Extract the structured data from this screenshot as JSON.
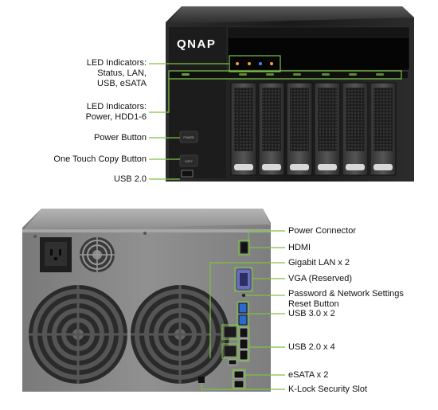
{
  "front": {
    "brand": "QNAP",
    "power_button_text": "POWER",
    "copy_button_text": "COPY",
    "labels": {
      "led_status": [
        "LED Indicators:",
        "Status, LAN,",
        "USB, eSATA"
      ],
      "led_power": [
        "LED Indicators:",
        "Power, HDD1-6"
      ],
      "power_button": "Power Button",
      "copy_button": "One Touch Copy Button",
      "usb20": "USB 2.0"
    }
  },
  "rear": {
    "labels": {
      "power_connector": "Power Connector",
      "hdmi": "HDMI",
      "gigabit_lan": "Gigabit LAN x 2",
      "vga": "VGA (Reserved)",
      "reset": [
        "Password & Network Settings",
        "Reset Button"
      ],
      "usb30": "USB 3.0 x 2",
      "usb20x4": "USB 2.0 x 4",
      "esata": "eSATA x 2",
      "klock": "K-Lock Security Slot"
    }
  },
  "colors": {
    "callout": "#7cc243",
    "led_orange": "#f5a030",
    "led_blue": "#3b8cf0",
    "usb3_blue": "#2a6ad0",
    "chassis_dark": "#1a1a1a",
    "rear_gray": "#8a8a8a"
  }
}
